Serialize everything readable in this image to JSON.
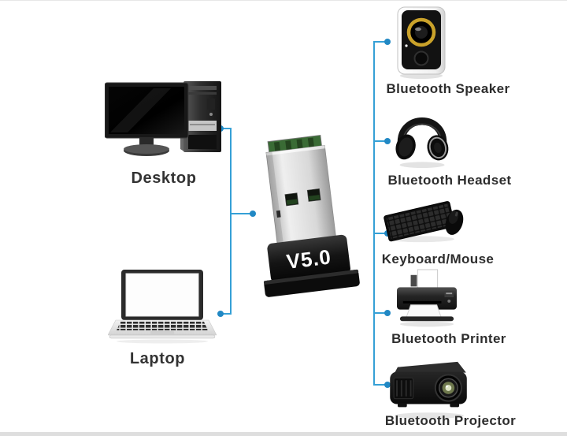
{
  "image": {
    "type": "bluetooth-dongle-connectivity-diagram",
    "background": "#ffffff"
  },
  "colors": {
    "connector_line": "#35a0d6",
    "connector_dot": "#2188c4",
    "label_text": "#2d2d2d",
    "dongle_text": "#ffffff",
    "speaker_ring_gold": "#c9992b"
  },
  "dongle": {
    "version_label": "V5.0",
    "icon": "usb-bluetooth-dongle-icon"
  },
  "left_devices": [
    {
      "label": "Desktop",
      "icon": "desktop-computer-icon"
    },
    {
      "label": "Laptop",
      "icon": "laptop-icon"
    }
  ],
  "right_devices": [
    {
      "label": "Bluetooth Speaker",
      "icon": "bluetooth-speaker-icon"
    },
    {
      "label": "Bluetooth Headset",
      "icon": "bluetooth-headset-icon"
    },
    {
      "label": "Keyboard/Mouse",
      "icon": "keyboard-mouse-icon"
    },
    {
      "label": "Bluetooth Printer",
      "icon": "bluetooth-printer-icon"
    },
    {
      "label": "Bluetooth Projector",
      "icon": "bluetooth-projector-icon"
    }
  ]
}
